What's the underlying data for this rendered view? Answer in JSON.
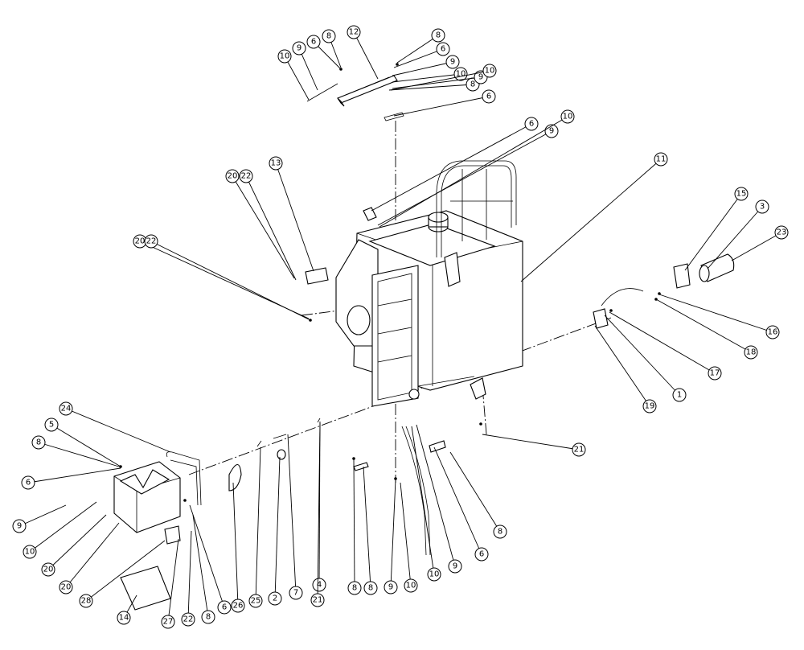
{
  "diagram": {
    "part_labels": [
      "12",
      "8",
      "6",
      "9",
      "10",
      "8",
      "6",
      "9",
      "10",
      "8",
      "9",
      "10",
      "6",
      "6",
      "9",
      "10",
      "11",
      "13",
      "20",
      "22",
      "20",
      "22",
      "15",
      "3",
      "23",
      "16",
      "18",
      "17",
      "1",
      "19",
      "21",
      "24",
      "5",
      "8",
      "6",
      "9",
      "10",
      "20",
      "20",
      "28",
      "14",
      "27",
      "22",
      "8",
      "6",
      "26",
      "25",
      "2",
      "7",
      "4",
      "21",
      "8",
      "8",
      "9",
      "10",
      "10",
      "9",
      "6",
      "8"
    ]
  }
}
